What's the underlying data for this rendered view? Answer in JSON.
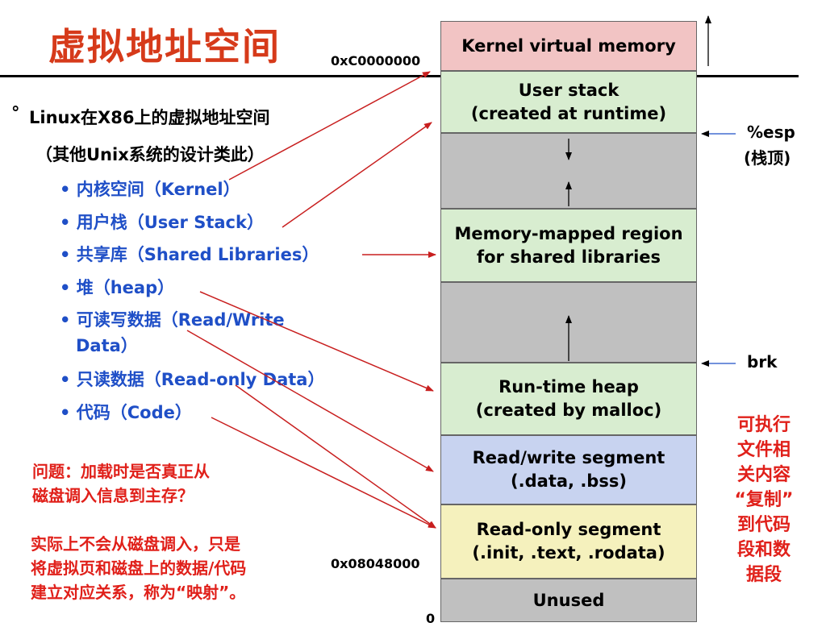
{
  "title": "虚拟地址空间",
  "intro": {
    "bullet": "°",
    "line1": "Linux在X86上的虚拟地址空间",
    "line2": "（其他Unix系统的设计类此）"
  },
  "items": [
    "• 内核空间（Kernel）",
    "• 用户栈（User Stack）",
    "• 共享库（Shared Libraries）",
    "• 堆（heap）",
    "• 可读写数据（Read/Write",
    "Data）",
    "• 只读数据（Read-only Data）",
    "• 代码（Code）"
  ],
  "question": {
    "line1": "问题：加载时是否真正从",
    "line2": "磁盘调入信息到主存？"
  },
  "answer": {
    "line1": "实际上不会从磁盘调入，只是",
    "line2": "将虚拟页和磁盘上的数据/代码",
    "line3": "建立对应关系，称为“映射”。"
  },
  "segments": {
    "kernel": "Kernel virtual memory",
    "user_stack_1": "User stack",
    "user_stack_2": "(created at runtime)",
    "mmap_1": "Memory-mapped region",
    "mmap_2": "for shared libraries",
    "heap_1": "Run-time heap",
    "heap_2": "(created by malloc)",
    "rw_1": "Read/write segment",
    "rw_2": "(.data, .bss)",
    "ro_1": "Read-only segment",
    "ro_2": "(.init, .text, .rodata)",
    "unused": "Unused"
  },
  "addresses": {
    "kernel_start": "0xC0000000",
    "text_start": "0x08048000",
    "zero": "0"
  },
  "pointers": {
    "esp_1": "%esp",
    "esp_2": "(栈顶)",
    "brk": "brk"
  },
  "side_note": [
    "可执行",
    "文件相",
    "关内容",
    "“复制”",
    "到代码",
    "段和数",
    "据段"
  ],
  "colors": {
    "title": "#d63a1a",
    "blue_text": "#1f4fc7",
    "red_text": "#e0201a",
    "kernel_fill": "#f2c4c4",
    "green_fill": "#d8edd0",
    "gray_fill": "#c0c0c0",
    "rw_fill": "#c8d3f0",
    "ro_fill": "#f5f1bd"
  }
}
